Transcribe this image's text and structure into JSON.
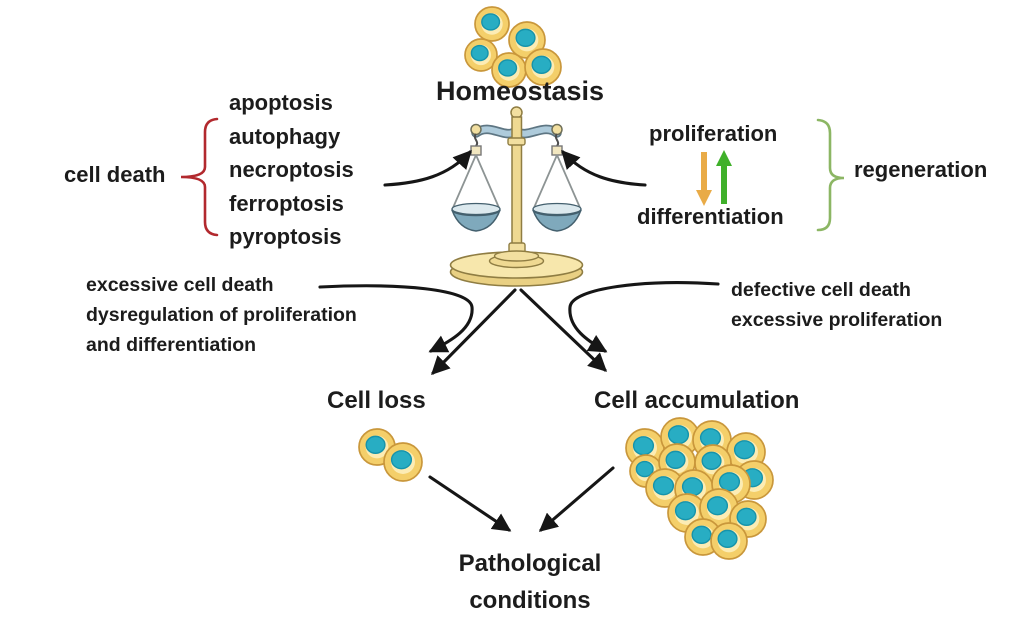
{
  "diagram": {
    "labels": {
      "homeostasis": "Homeostasis",
      "cell_death": "cell death",
      "cell_death_types": [
        "apoptosis",
        "autophagy",
        "necroptosis",
        "ferroptosis",
        "pyroptosis"
      ],
      "proliferation": "proliferation",
      "differentiation": "differentiation",
      "regeneration": "regeneration",
      "left_imbalance": [
        "excessive cell death",
        "dysregulation of proliferation",
        "and differentiation"
      ],
      "right_imbalance": [
        "defective cell death",
        "excessive proliferation"
      ],
      "cell_loss": "Cell loss",
      "cell_accumulation": "Cell accumulation",
      "pathological_line1": "Pathological",
      "pathological_line2": "conditions"
    },
    "icons": {
      "balance": "balance-scale-icon",
      "homeostasis_cells": "cell-cluster-icon",
      "cell_loss_cells": "cell-pair-icon",
      "cell_accumulation_cells": "cell-mass-icon",
      "down_arrow": "down-arrow-icon",
      "up_arrow": "up-arrow-icon"
    },
    "colors": {
      "text": "#1c1c1c",
      "arrow_black": "#161616",
      "bracket_cell_death": "#b2292e",
      "bracket_regeneration": "#8cb664",
      "arrow_down_orange": "#e9ab47",
      "arrow_up_green": "#3fb02a",
      "cell_body": "#f4cf6a",
      "cell_inner": "#fcecb4",
      "cell_outline": "#c9973b",
      "cell_nucleus": "#28adc3",
      "cell_nucleus_edge": "#1693ab",
      "scale_gold": "#efd992",
      "scale_gold_edge": "#8f7d43",
      "beam_blue": "#aecbdb",
      "pan_blue": "#7fa9bc"
    }
  }
}
